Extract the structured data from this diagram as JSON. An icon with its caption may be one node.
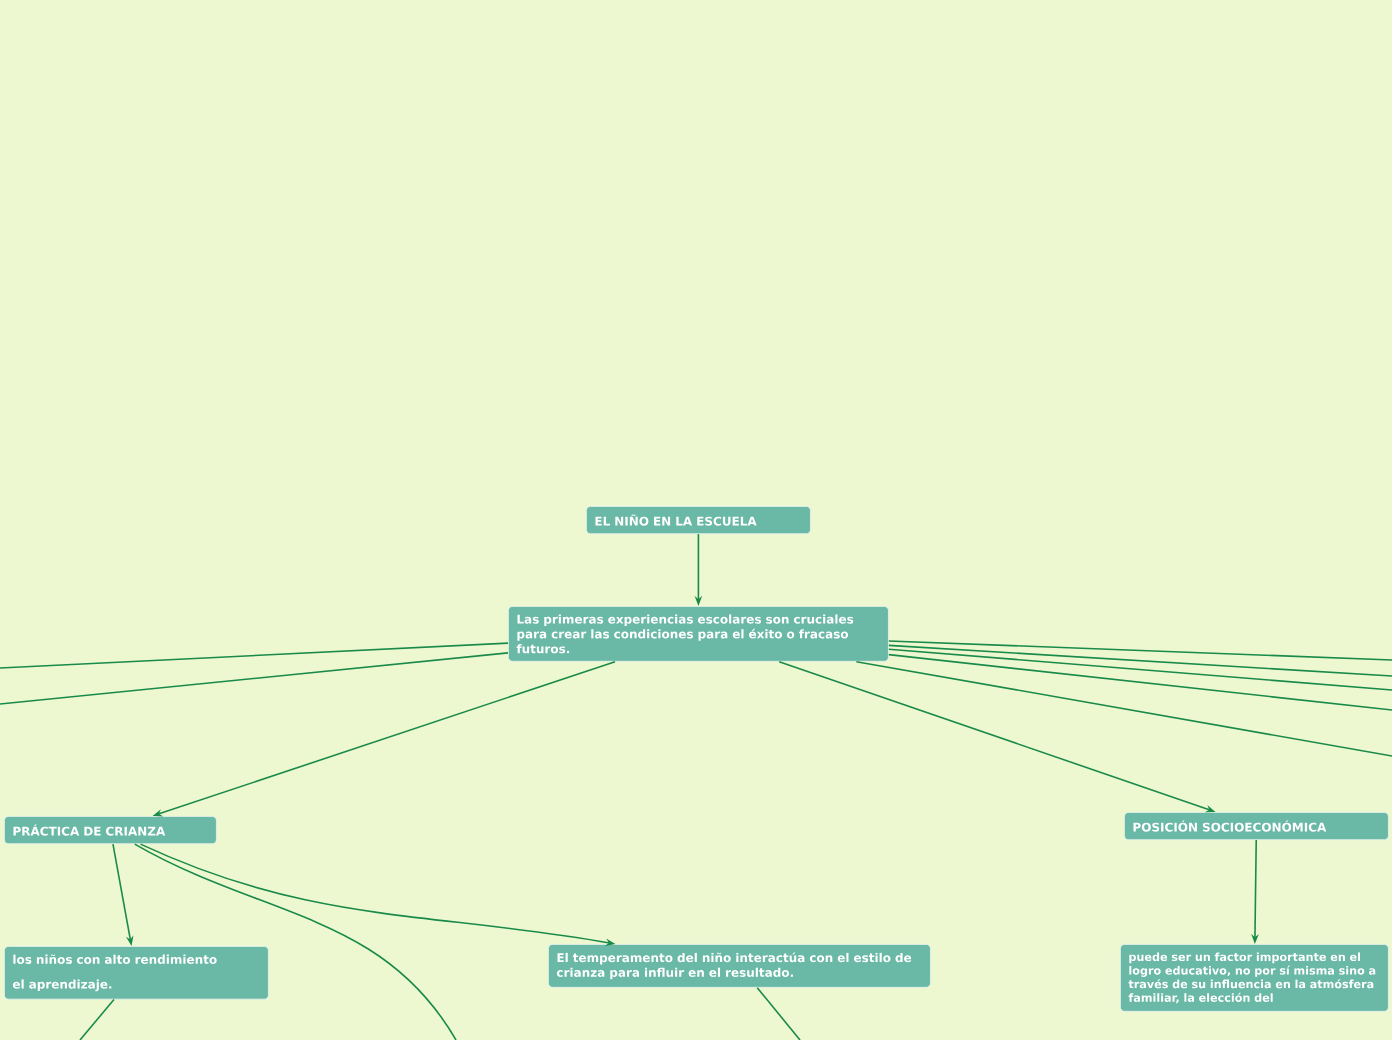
{
  "diagram": {
    "nodes": [
      {
        "text": [
          "EL NIÑO EN LA ESCUELA"
        ]
      },
      {
        "text": [
          "Las primeras experiencias escolares son cruciales para crear las condiciones para el éxito o fracaso futuros."
        ]
      },
      {
        "text": [
          "PRÁCTICA DE CRIANZA"
        ]
      },
      {
        "text": [
          "los niños con alto rendimiento",
          "el aprendizaje."
        ]
      },
      {
        "text": [
          "El temperamento del niño interactúa con el estilo de crianza para influir en el resultado."
        ]
      },
      {
        "text": [
          "POSICIÓN SOCIOECONÓMICA"
        ]
      },
      {
        "text": [
          "puede ser un factor importante en el logro educativo, no por sí misma sino a través de su influencia en la atmósfera familiar, la elección del"
        ]
      }
    ],
    "edges": [
      {
        "from": 0,
        "to": 1,
        "arrow": "to"
      },
      {
        "from": 1,
        "to": 2,
        "arrow": "to"
      },
      {
        "from": 1,
        "to": 5,
        "arrow": "to"
      },
      {
        "from": 2,
        "to": 3,
        "arrow": "to"
      },
      {
        "from": 2,
        "to": 4,
        "arrow": "to"
      },
      {
        "from": 2,
        "to": null,
        "arrow": "none"
      },
      {
        "from": 4,
        "to": null,
        "arrow": "none"
      },
      {
        "from": 3,
        "to": null,
        "arrow": "none"
      },
      {
        "from": 5,
        "to": 6,
        "arrow": "to"
      },
      {
        "from": 1,
        "to": null,
        "arrow": "none"
      },
      {
        "from": 1,
        "to": null,
        "arrow": "none"
      },
      {
        "from": 1,
        "to": null,
        "arrow": "none"
      },
      {
        "from": 1,
        "to": null,
        "arrow": "none"
      },
      {
        "from": 1,
        "to": null,
        "arrow": "none"
      },
      {
        "from": 1,
        "to": null,
        "arrow": "none"
      },
      {
        "from": 1,
        "to": null,
        "arrow": "none"
      }
    ]
  }
}
